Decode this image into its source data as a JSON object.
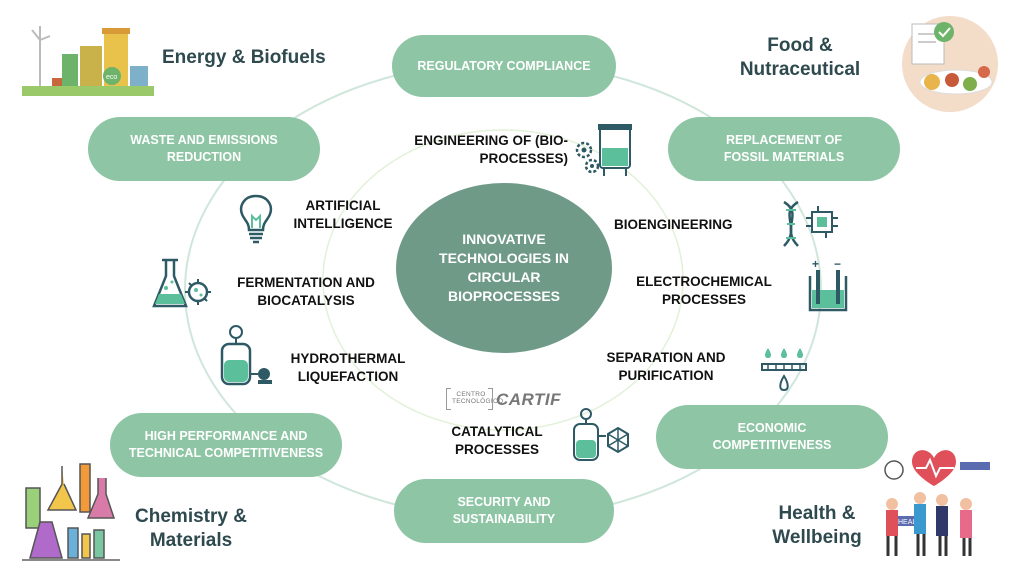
{
  "center_label": "INNOVATIVE TECHNOLOGIES IN CIRCULAR BIOPROCESSES",
  "challenges": [
    {
      "id": "regulatory",
      "label": "REGULATORY COMPLIANCE"
    },
    {
      "id": "fossil",
      "label": "REPLACEMENT OF FOSSIL MATERIALS"
    },
    {
      "id": "economic",
      "label": "ECONOMIC COMPETITIVENESS"
    },
    {
      "id": "security",
      "label": "SECURITY AND SUSTAINABILITY"
    },
    {
      "id": "high_perf",
      "label": "HIGH PERFORMANCE AND TECHNICAL COMPETITIVENESS"
    },
    {
      "id": "waste",
      "label": "WASTE AND EMISSIONS REDUCTION"
    }
  ],
  "technologies": [
    {
      "id": "engineering",
      "label": "ENGINEERING OF (BIO-PROCESSES)",
      "icon": "bioreactor-gears-icon"
    },
    {
      "id": "bioengineering",
      "label": "BIOENGINEERING",
      "icon": "dna-chip-icon"
    },
    {
      "id": "electrochemical",
      "label": "ELECTROCHEMICAL PROCESSES",
      "icon": "electrochemical-cell-icon"
    },
    {
      "id": "separation",
      "label": "SEPARATION AND PURIFICATION",
      "icon": "filter-membrane-icon"
    },
    {
      "id": "catalytical",
      "label": "CATALYTICAL PROCESSES",
      "icon": "reactor-catalyst-icon"
    },
    {
      "id": "hydrothermal",
      "label": "HYDROTHERMAL LIQUEFACTION",
      "icon": "pressure-reactor-icon"
    },
    {
      "id": "fermentation",
      "label": "FERMENTATION AND BIOCATALYSIS",
      "icon": "flask-microbe-icon"
    },
    {
      "id": "ai",
      "label": "ARTIFICIAL INTELLIGENCE",
      "icon": "lightbulb-icon"
    }
  ],
  "sectors": [
    {
      "id": "energy",
      "label": "Energy & Biofuels",
      "icon": "energy-plant-icon"
    },
    {
      "id": "food",
      "label": "Food & Nutraceutical",
      "icon": "food-plate-icon"
    },
    {
      "id": "chemistry",
      "label": "Chemistry & Materials",
      "icon": "lab-glassware-icon"
    },
    {
      "id": "health",
      "label": "Health & Wellbeing",
      "icon": "health-people-icon"
    }
  ],
  "logo": {
    "small_text": "CENTRO TECNOLÓGICO",
    "name": "CARTIF"
  },
  "colors": {
    "pill": "#8ec5a4",
    "center": "#6f9a88",
    "ring": "#bfe0d0",
    "icon": "#2e5a66",
    "icon_fill": "#5bbf9b",
    "sector_text": "#2f4a4f"
  }
}
